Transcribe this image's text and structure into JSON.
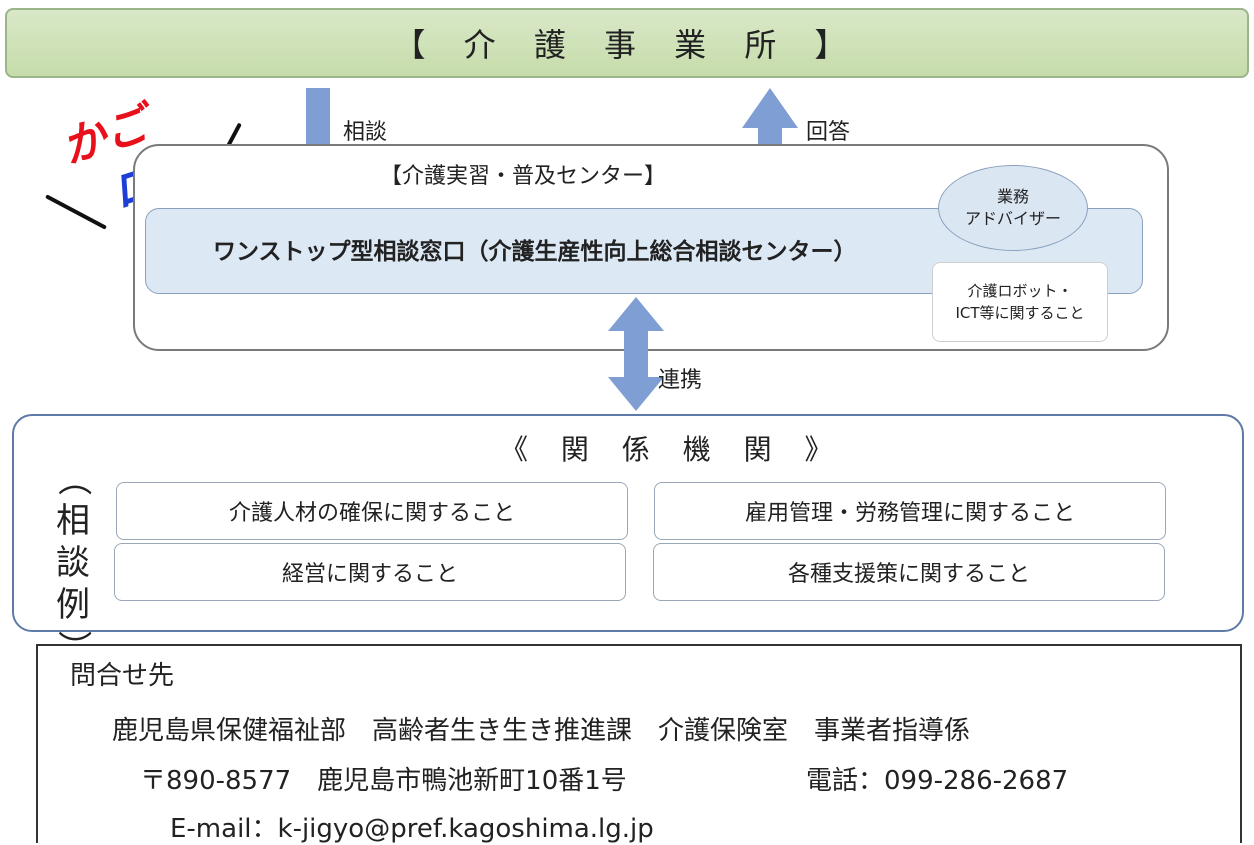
{
  "banner": {
    "title": "【 介 護 事 業 所 】"
  },
  "arrows": {
    "consult": "相談",
    "answer": "回答",
    "cooperate": "連携"
  },
  "logo": {
    "line1": "かご",
    "line2": "ロボ"
  },
  "center": {
    "title": "【介護実習・普及センター】",
    "one_stop": "ワンストップ型相談窓口（介護生産性向上総合相談センター）",
    "advisor_line1": "業務",
    "advisor_line2": "アドバイザー",
    "robot_line1": "介護ロボット・",
    "robot_line2": "ICT等に関すること"
  },
  "orgs": {
    "title": "《 関 係 機 関 》",
    "side_label": [
      "（",
      "相",
      "談",
      "例",
      "）"
    ],
    "items": [
      "介護人材の確保に関すること",
      "雇用管理・労務管理に関すること",
      "経営に関すること",
      "各種支援策に関すること"
    ]
  },
  "contact": {
    "title": "問合せ先",
    "dept": "鹿児島県保健福祉部　高齢者生き生き推進課　介護保険室　事業者指導係",
    "address": "〒890-8577　鹿児島市鴨池新町10番1号",
    "phone": "電話：099-286-2687",
    "email": "E-mail：k-jigyo@pref.kagoshima.lg.jp"
  },
  "colors": {
    "banner": "#c6dcaa",
    "arrow": "#7f9fd4",
    "one_stop": "#dde8f5",
    "org_border": "#5f7aa8",
    "logo_red": "#e8101a",
    "logo_blue": "#1e3fd6"
  }
}
